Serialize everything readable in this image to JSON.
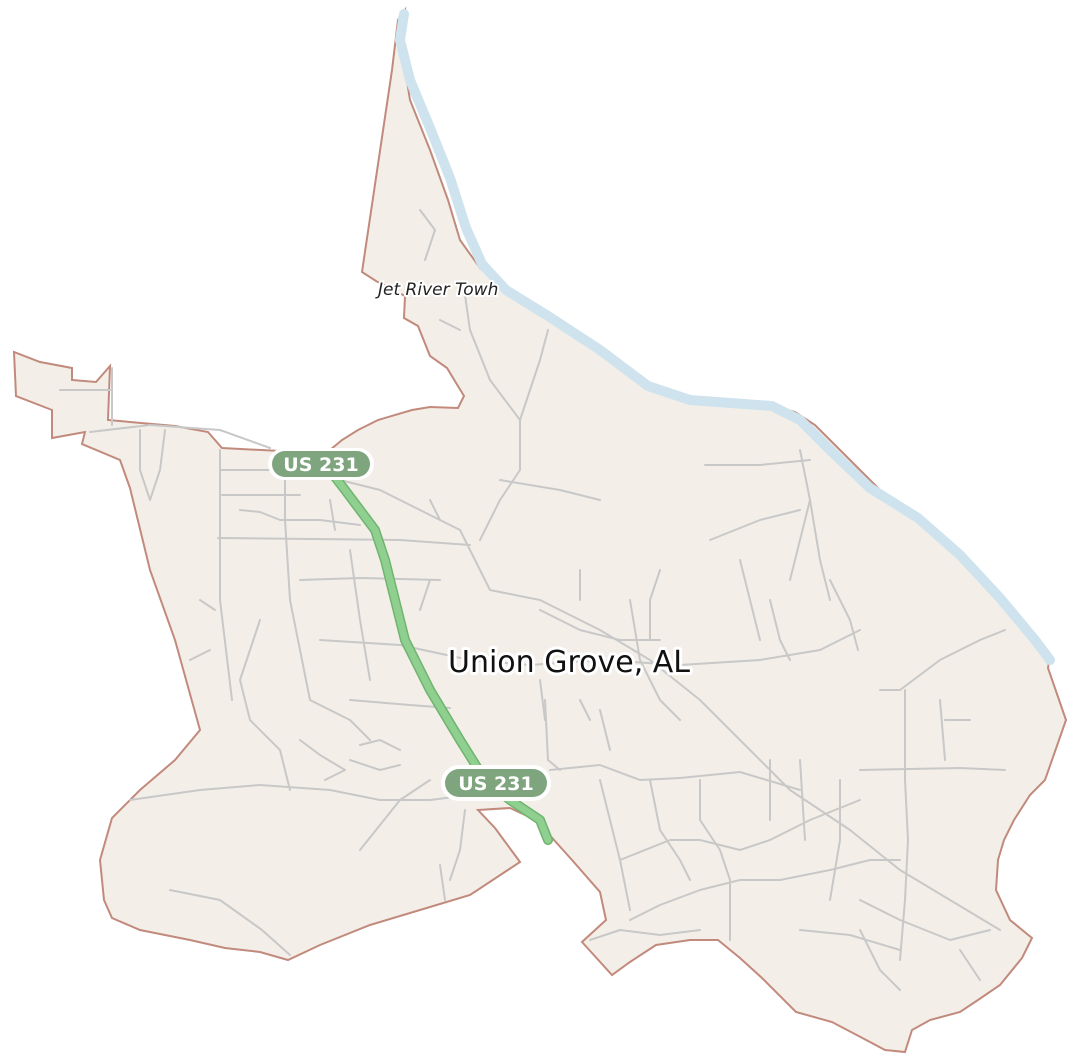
{
  "map": {
    "place_name": "Union Grove, AL",
    "partial_label": "Jet River Towh",
    "highway_shields": [
      "US 231",
      "US 231"
    ],
    "colors": {
      "land": "#f3efe8",
      "boundary": "#c18a7c",
      "water": "#cfe3ee",
      "road": "#c9c9c9",
      "highway": "#8fcf8f",
      "highway_casing": "#6fb46f",
      "shield": "#7fa57f"
    }
  }
}
